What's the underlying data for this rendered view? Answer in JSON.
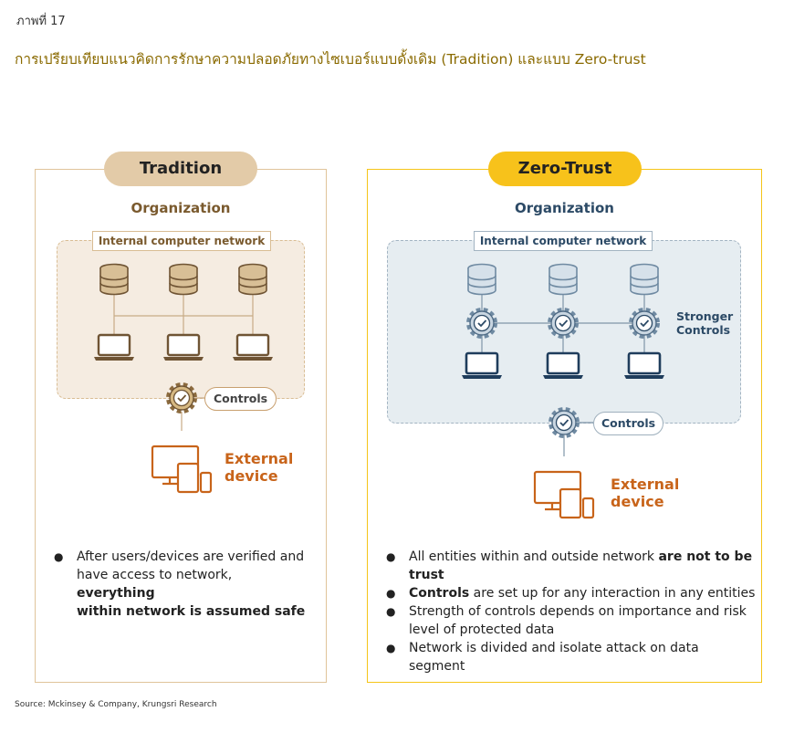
{
  "figure": {
    "label": "ภาพที่ 17",
    "title": "การเปรียบเทียบแนวคิดการรักษาความปลอดภัยทางไซเบอร์แบบดั้งเดิม (Tradition) และแบบ Zero-trust",
    "source": "Source: Mckinsey & Company, Krungsri Research"
  },
  "colors": {
    "tradition_accent": "#e3cba8",
    "tradition_border": "#e0c49a",
    "zerotrust_accent": "#f7c21b",
    "navy": "#2c4a66",
    "brown": "#7a5a2e",
    "orange": "#c8641a"
  },
  "left": {
    "header": "Tradition",
    "org": "Organization",
    "network_label": "Internal computer network",
    "controls_label": "Controls",
    "external_line1": "External",
    "external_line2": "device",
    "bullet1": {
      "line1": "After users/devices are verified and",
      "line2_plain": "have access to network, ",
      "line2_bold": "everything",
      "line3_bold": "within network is assumed safe"
    }
  },
  "right": {
    "header": "Zero-Trust",
    "org": "Organization",
    "network_label": "Internal computer network",
    "stronger_line1": "Stronger",
    "stronger_line2": "Controls",
    "controls_label": "Controls",
    "external_line1": "External",
    "external_line2": "device",
    "bullet1_plain": "All entities within and outside network ",
    "bullet1_bold1": "are not to be",
    "bullet1_bold2": "trust",
    "bullet2_bold": "Controls",
    "bullet2_plain": " are set up for any interaction in any entities",
    "bullet3_line1": "Strength of  controls depends on importance and risk",
    "bullet3_line2": "level of protected data",
    "bullet4": "Network is divided and isolate attack on data segment"
  }
}
